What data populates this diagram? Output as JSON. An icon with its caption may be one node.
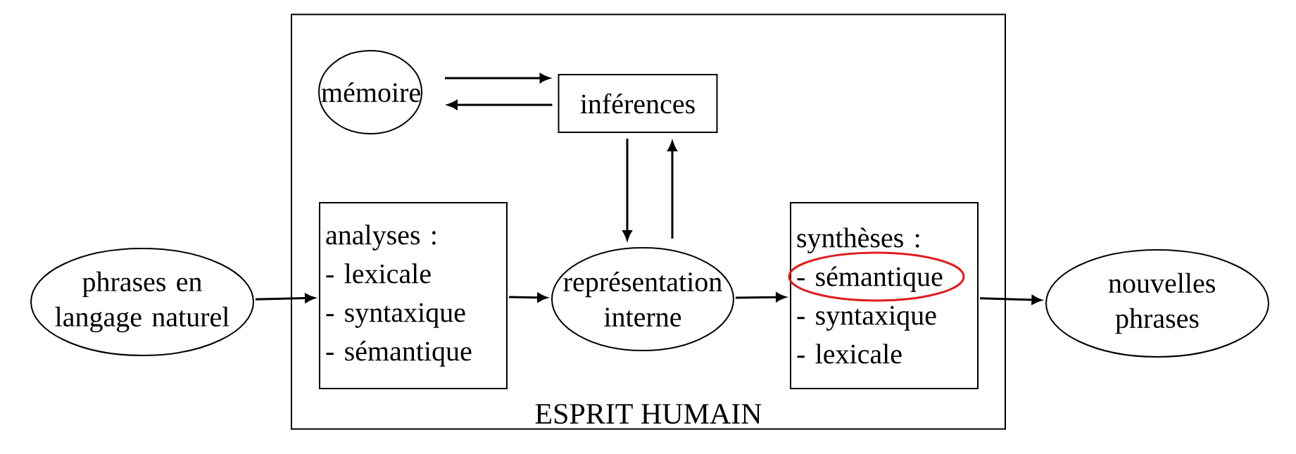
{
  "diagram": {
    "nodes": [
      {
        "text": [
          "ESPRIT HUMAIN"
        ]
      },
      {
        "text": [
          "mémoire"
        ],
        "in": 0
      },
      {
        "text": [
          "inférences"
        ],
        "in": 0
      },
      {
        "text": [
          "phrases en langage naturel"
        ]
      },
      {
        "text": [
          "analyses :",
          "- lexicale",
          "- syntaxique",
          "- sémantique"
        ],
        "in": 0
      },
      {
        "text": [
          "représentation interne"
        ],
        "in": 0
      },
      {
        "text": [
          "synthèses :",
          "- sémantique",
          "- syntaxique",
          "- lexicale"
        ],
        "in": 0
      },
      {
        "text": [
          "nouvelles phrases"
        ]
      }
    ],
    "edges": [
      {
        "from": 1,
        "to": 2,
        "arrow": "to"
      },
      {
        "from": 2,
        "to": 1,
        "arrow": "to"
      },
      {
        "from": 2,
        "to": 5,
        "arrow": "to"
      },
      {
        "from": 5,
        "to": 2,
        "arrow": "to"
      },
      {
        "from": 3,
        "to": 4,
        "arrow": "to"
      },
      {
        "from": 4,
        "to": 5,
        "arrow": "to"
      },
      {
        "from": 5,
        "to": 6,
        "arrow": "to"
      },
      {
        "from": 6,
        "to": 7,
        "arrow": "to"
      }
    ]
  }
}
